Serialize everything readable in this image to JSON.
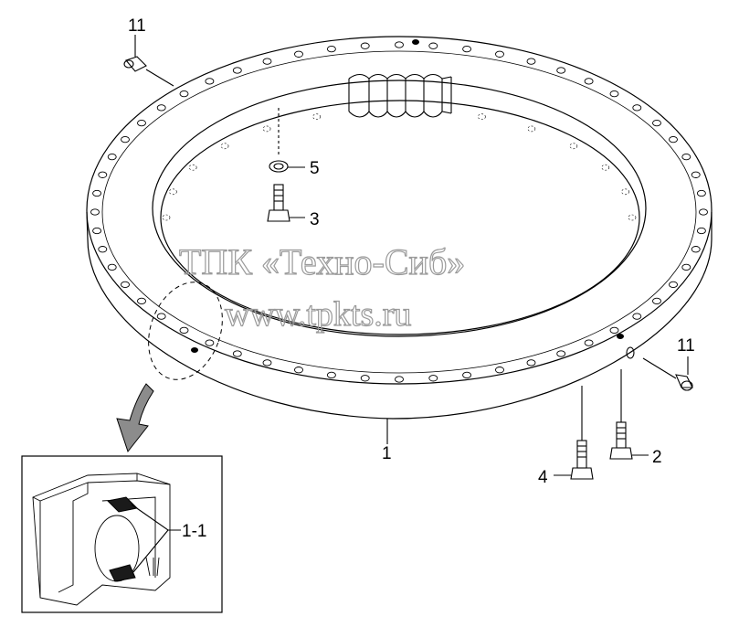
{
  "watermark": {
    "line1": "ТПК «Техно-Сиб»",
    "line2": "www.tpkts.ru"
  },
  "callouts": {
    "grease_fitting_top": "11",
    "grease_fitting_right": "11",
    "washer": "5",
    "bolt_inner": "3",
    "bearing": "1",
    "bolt_outer_2": "2",
    "bolt_outer_4": "4",
    "detail_seal": "1-1"
  },
  "colors": {
    "line": "#000000",
    "watermark": "#9a9a9a",
    "arrow_fill": "#8c8c8c",
    "hole_fill": "#000000",
    "seal_fill": "#1a1a1a"
  }
}
